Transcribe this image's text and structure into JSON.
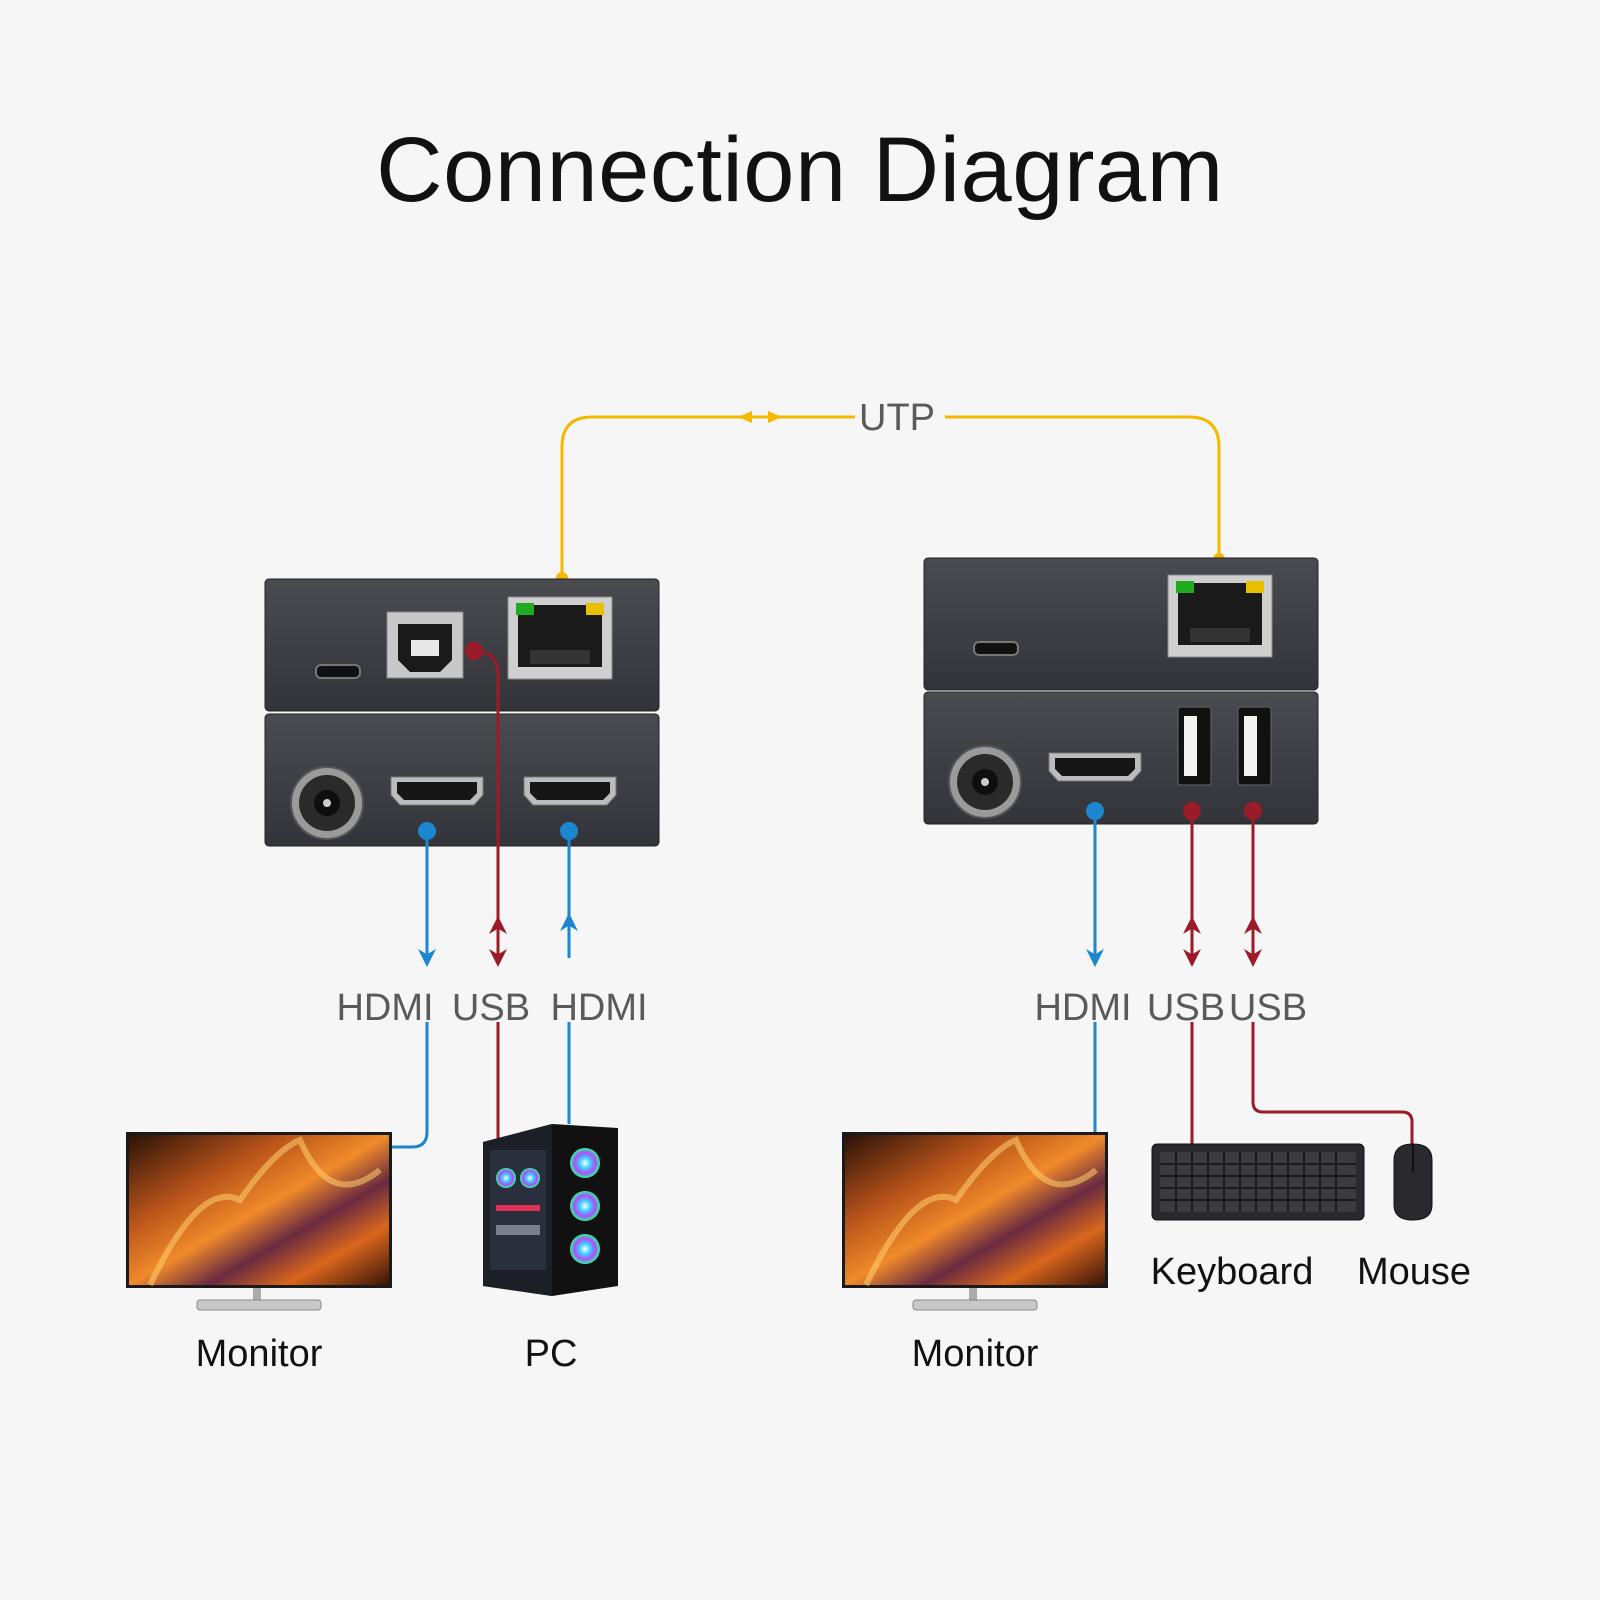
{
  "title": "Connection Diagram",
  "link_label": "UTP",
  "transmitter": {
    "port_labels": {
      "hdmi_out": "HDMI",
      "usb": "USB",
      "hdmi_in": "HDMI"
    },
    "devices": {
      "monitor": "Monitor",
      "pc": "PC"
    }
  },
  "receiver": {
    "port_labels": {
      "hdmi_out": "HDMI",
      "usb1": "USB",
      "usb2": "USB"
    },
    "devices": {
      "monitor": "Monitor",
      "keyboard": "Keyboard",
      "mouse": "Mouse"
    }
  },
  "colors": {
    "utp": "#f5b800",
    "hdmi": "#1a87d0",
    "usb": "#9b1c28",
    "device_body": "#3c3d42",
    "led_green": "#1faa1f",
    "led_yellow": "#e8c000"
  }
}
